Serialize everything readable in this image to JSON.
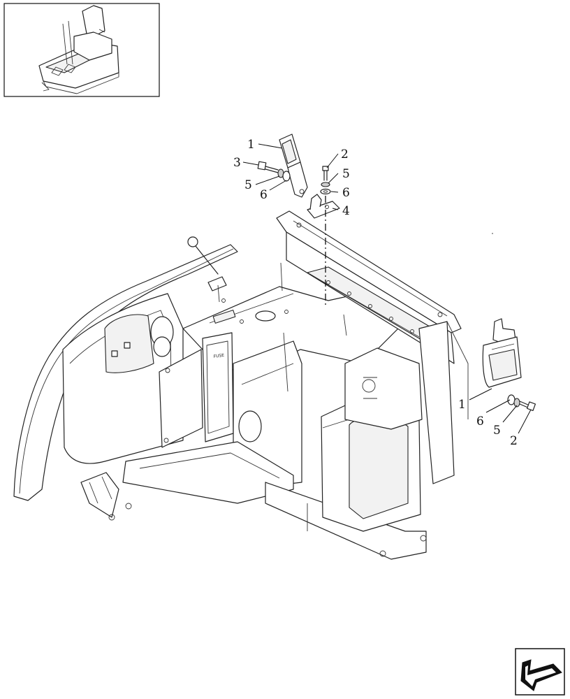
{
  "callouts": {
    "top_1": "1",
    "top_2": "2",
    "top_3": "3",
    "top_4": "4",
    "top_5_left": "5",
    "top_5_right": "5",
    "top_6_left": "6",
    "top_6_right": "6",
    "right_1": "1",
    "right_2": "2",
    "right_5": "5",
    "right_6": "6"
  },
  "fuse_panel_label": "FUSE",
  "icons": {
    "thumbnail": "machine-seat-location-icon",
    "navigation": "next-page-arrow-icon"
  }
}
